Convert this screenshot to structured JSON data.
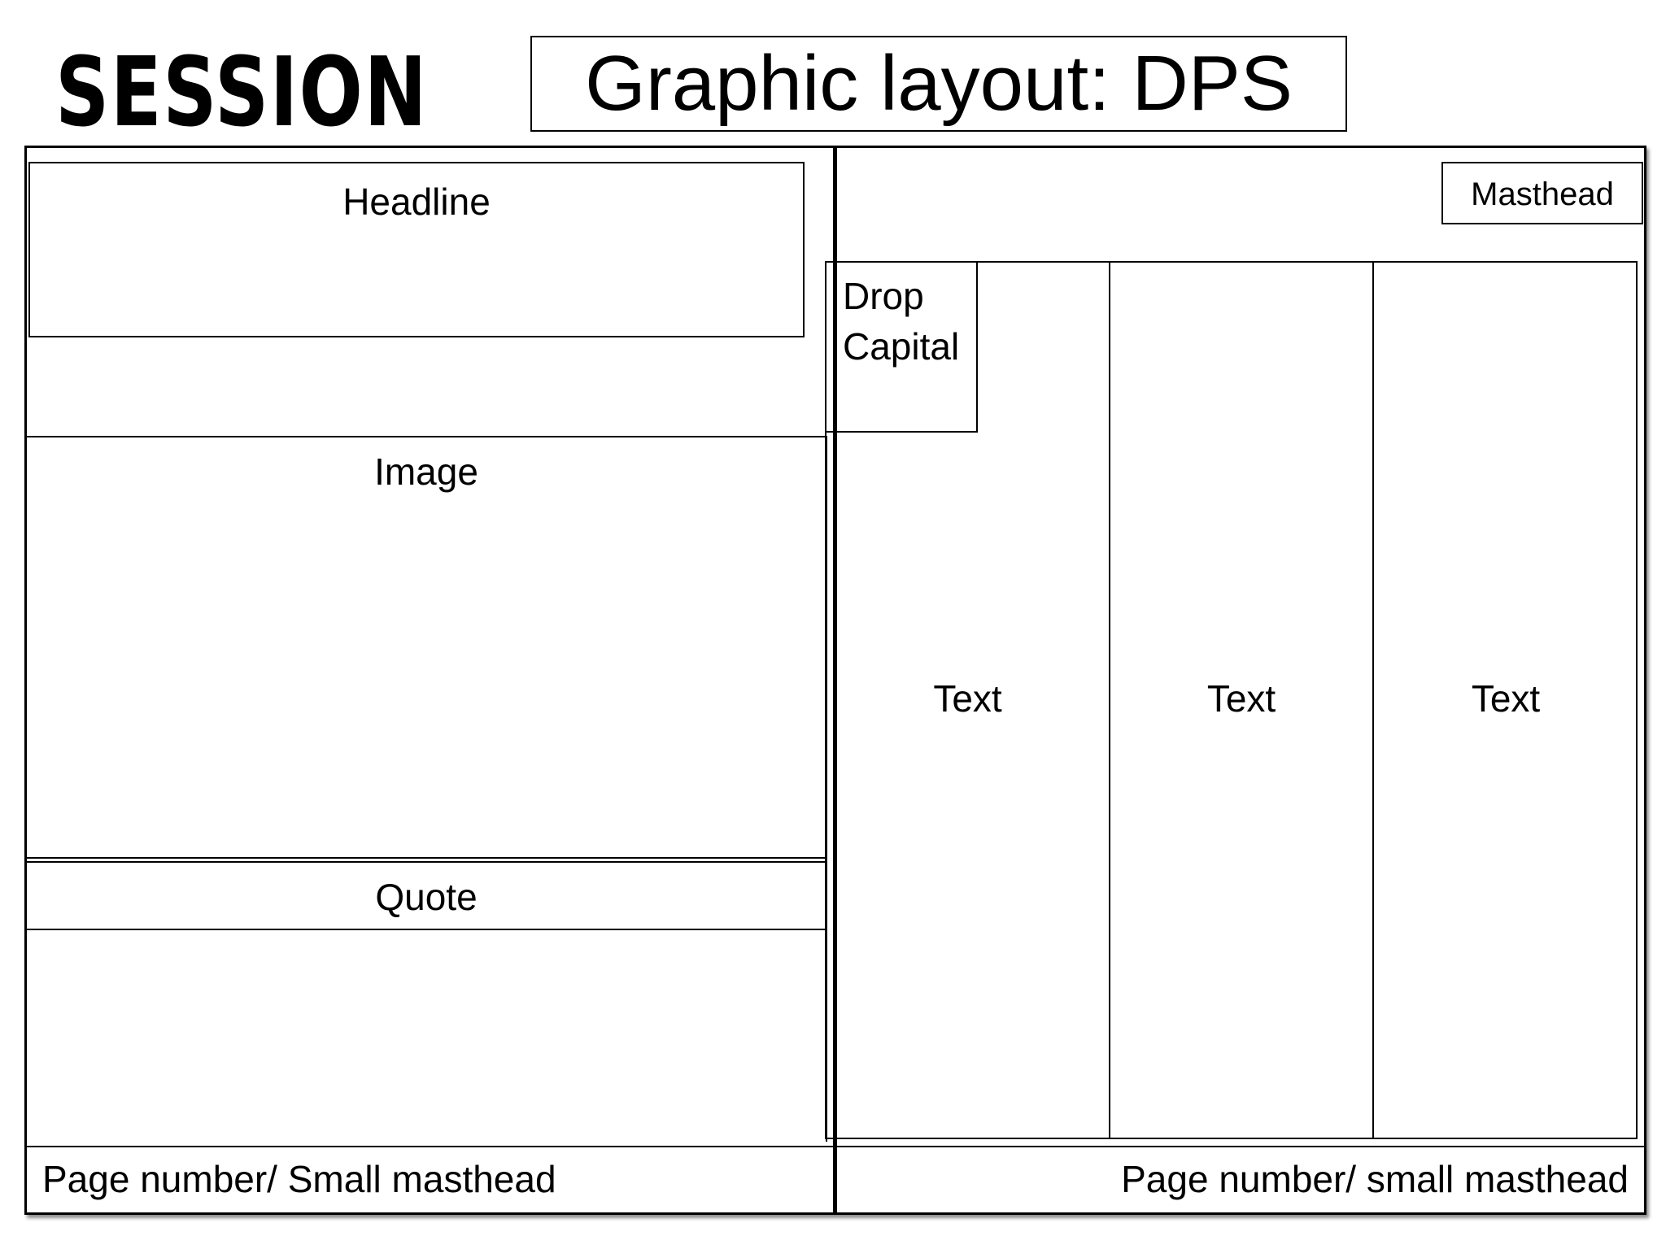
{
  "header": {
    "logo_text": "SESSION",
    "title": "Graphic layout: DPS"
  },
  "left_page": {
    "headline": "Headline",
    "image": "Image",
    "quote": "Quote",
    "footer": "Page number/ Small masthead"
  },
  "right_page": {
    "masthead": "Masthead",
    "drop_capital_line1": "Drop",
    "drop_capital_line2": "Capital",
    "columns": [
      "Text",
      "Text",
      "Text"
    ],
    "footer": "Page number/ small masthead"
  }
}
